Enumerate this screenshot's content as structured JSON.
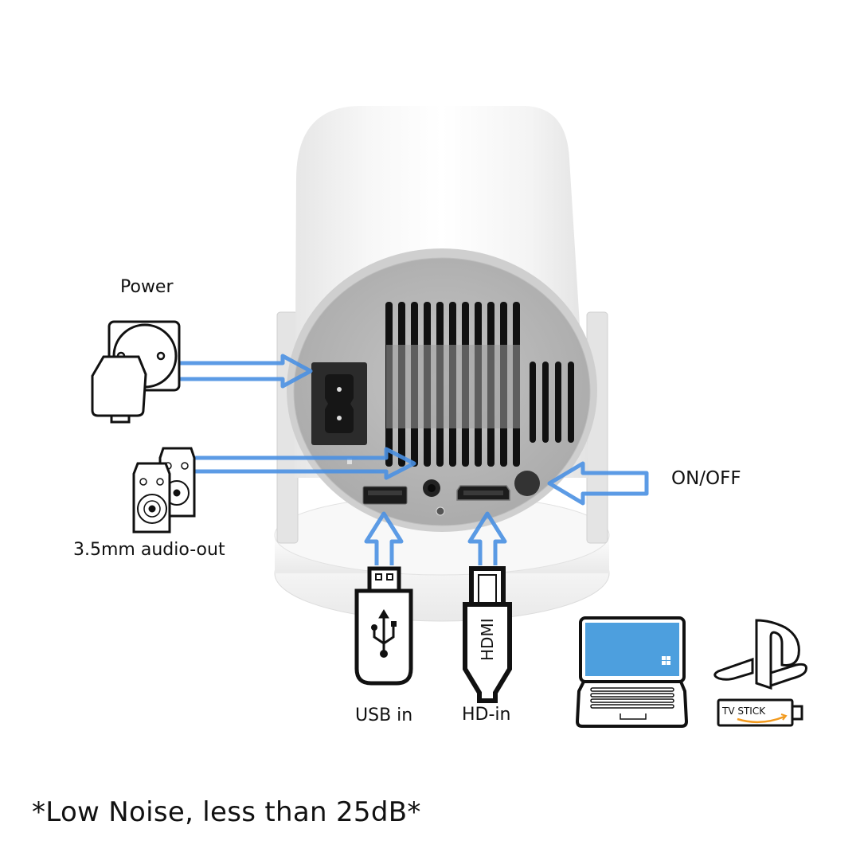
{
  "diagram": {
    "subject": "projector rear panel connections",
    "labels": {
      "power": "Power",
      "audio_out": "3.5mm audio-out",
      "usb_in": "USB in",
      "hd_in": "HD-in",
      "on_off": "ON/OFF"
    },
    "icon_texts": {
      "hdmi_plug": "HDMI",
      "tv_stick": "TV STICK"
    },
    "ports": [
      "power-inlet",
      "usb-port",
      "audio-jack",
      "hdmi-port",
      "power-button"
    ],
    "devices": [
      "laptop",
      "playstation",
      "tv-stick"
    ],
    "colors": {
      "arrow": "#4a90e2",
      "panel": "#b9b9b9",
      "body": "#f3f3f3",
      "laptop_screen": "#4d9fde",
      "amazon_smile": "#f29a1e"
    }
  },
  "footer": {
    "note": "*Low Noise, less than 25dB*"
  }
}
